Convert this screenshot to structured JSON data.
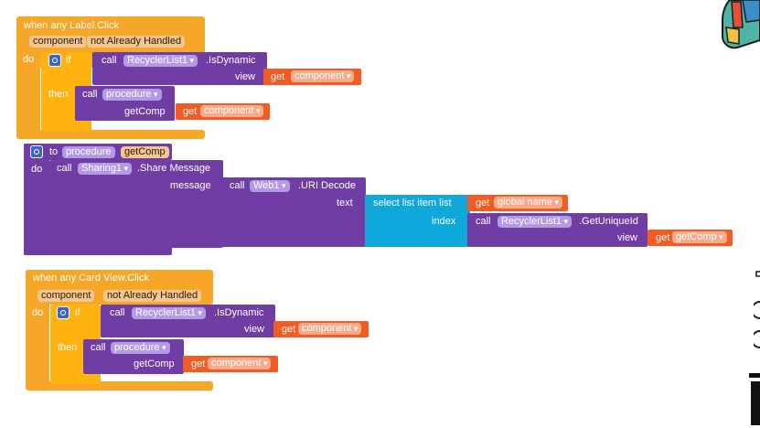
{
  "block1": {
    "event": "when any Label.Click",
    "param1": "component",
    "param2": "not Already Handled",
    "do": "do",
    "if": "if",
    "call": "call",
    "component": "RecyclerList1",
    "method": ".IsDynamic",
    "view_label": "view",
    "get": "get",
    "view_value": "component",
    "then": "then",
    "then_call": "call",
    "procedure": "procedure",
    "arg_label": "getComp",
    "arg_get": "get",
    "arg_value": "component"
  },
  "block2": {
    "to": "to",
    "proc_name": "procedure",
    "param": "getComp",
    "do": "do",
    "call": "call",
    "component": "Sharing1",
    "method": ".Share Message",
    "message_label": "message",
    "call2": "call",
    "web_component": "Web1",
    "web_method": ".URI Decode",
    "text_label": "text",
    "select_list": "select list item  list",
    "get_global": "get",
    "global_value": "global name",
    "index_label": "index",
    "call3": "call",
    "list_component": "RecyclerList1",
    "list_method": ".GetUniqueId",
    "view_label": "view",
    "get_comp": "get",
    "comp_value": "getComp"
  },
  "block3": {
    "event": "when any Card View.Click",
    "param1": "component",
    "param2": "not Already Handled",
    "do": "do",
    "if": "if",
    "call": "call",
    "component": "RecyclerList1",
    "method": ".IsDynamic",
    "view_label": "view",
    "get": "get",
    "view_value": "component",
    "then": "then",
    "then_call": "call",
    "procedure": "procedure",
    "arg_label": "getComp",
    "arg_get": "get",
    "arg_value": "component"
  },
  "colors": {
    "event": "#f7a727",
    "control": "#ffb210",
    "procedure": "#6f3da4",
    "lists": "#10a7db",
    "variables": "#f25c22"
  },
  "icons": [
    "mutator-gear-icon",
    "backpack-icon",
    "trash-can-icon",
    "zoom-in-icon",
    "zoom-out-icon"
  ]
}
